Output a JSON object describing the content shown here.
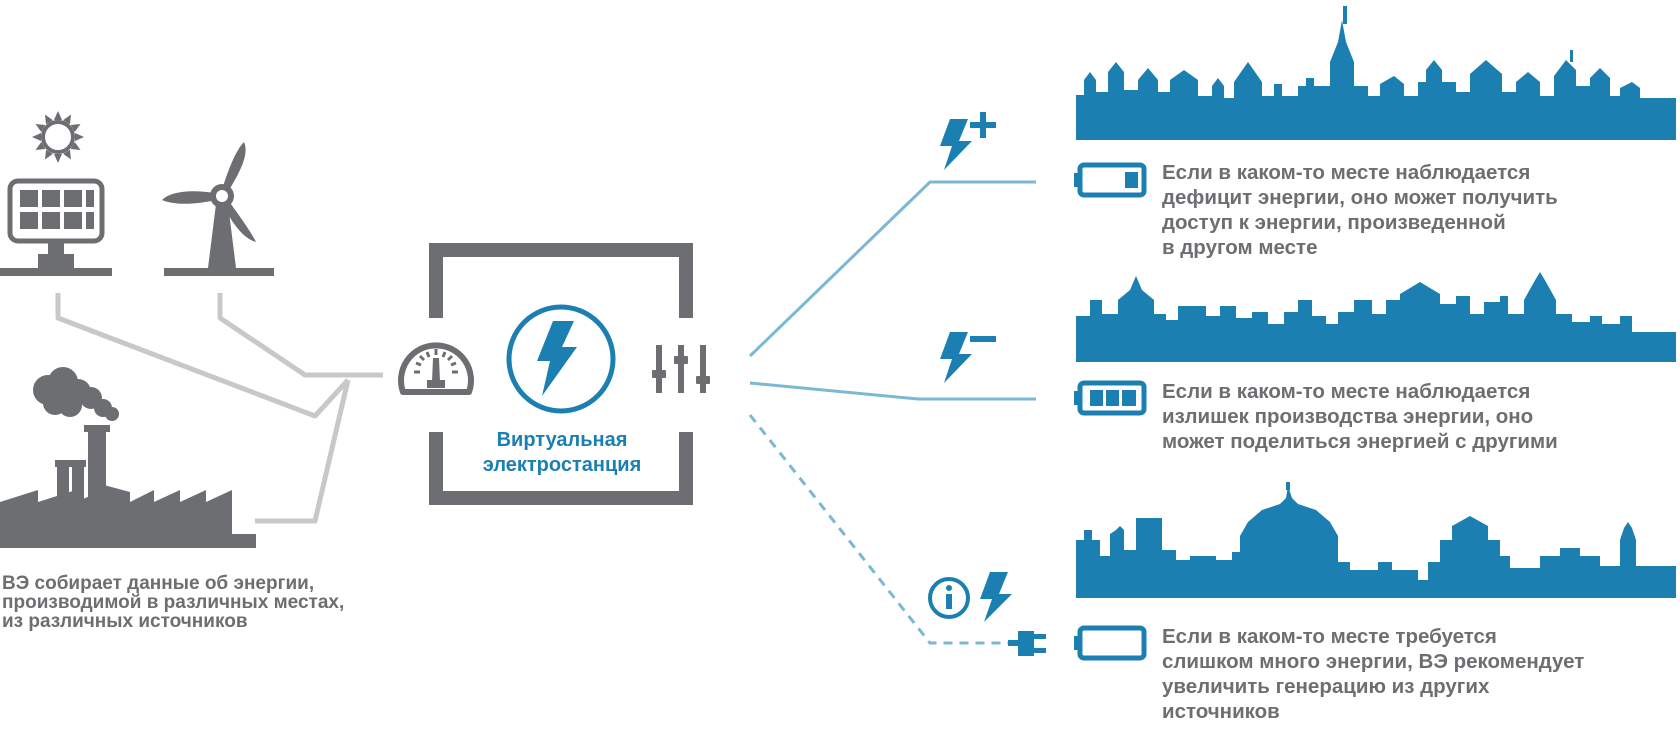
{
  "colors": {
    "gray": "#6d6e71",
    "light_gray": "#c8c8c8",
    "blue": "#1b7fb1",
    "light_blue": "#7ab8d4",
    "white": "#ffffff"
  },
  "sources": {
    "icons": [
      "solar-panel-icon",
      "sun-icon",
      "wind-turbine-icon",
      "factory-icon",
      "smoke-icon"
    ],
    "caption_lines": [
      "ВЭ собирает данные об энергии,",
      "производимой в различных местах,",
      "из различных источников"
    ]
  },
  "vpp": {
    "label_lines": [
      "Виртуальная",
      "электростанция"
    ],
    "icons": [
      "gauge-icon",
      "lightning-bolt-icon",
      "sliders-icon"
    ]
  },
  "scenarios": [
    {
      "id": "deficit",
      "signal_icon": "lightning-plus-icon",
      "battery_icon": "battery-low-icon",
      "battery_level": 0.33,
      "skyline_icon": "city-skyline-icon",
      "text_lines": [
        "Если в каком-то месте наблюдается",
        "дефицит энергии, оно может получить",
        "доступ к энергии, произведенной",
        "в другом месте"
      ]
    },
    {
      "id": "surplus",
      "signal_icon": "lightning-minus-icon",
      "battery_icon": "battery-full-icon",
      "battery_level": 1.0,
      "skyline_icon": "city-skyline-icon",
      "text_lines": [
        "Если в каком-то месте наблюдается",
        "излишек производства энергии, оно",
        "может поделиться энергией с другими"
      ]
    },
    {
      "id": "demand",
      "signal_icon": "info-lightning-icon",
      "plug_icon": "plug-icon",
      "battery_icon": "battery-empty-icon",
      "battery_level": 0.0,
      "skyline_icon": "city-skyline-icon",
      "text_lines": [
        "Если в каком-то месте требуется",
        "слишком много энергии, ВЭ рекомендует",
        "увеличить генерацию из других",
        "источников"
      ]
    }
  ]
}
